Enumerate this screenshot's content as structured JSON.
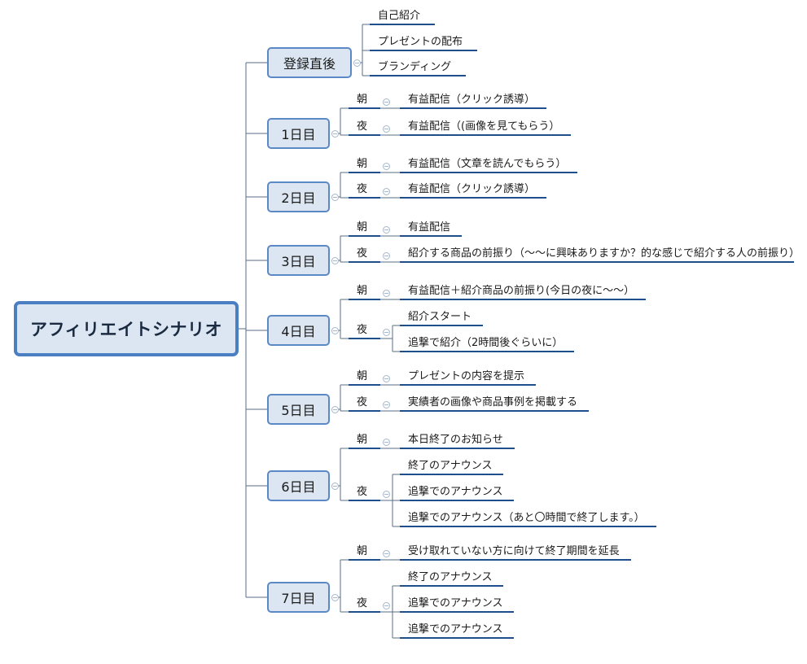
{
  "root": {
    "label": "アフィリエイトシナリオ"
  },
  "stages": [
    {
      "label": "登録直後",
      "groups": [
        {
          "slot": "",
          "items": [
            "自己紹介",
            "プレゼントの配布",
            "ブランディング"
          ]
        }
      ]
    },
    {
      "label": "1日目",
      "groups": [
        {
          "slot": "朝",
          "items": [
            "有益配信（クリック誘導）"
          ]
        },
        {
          "slot": "夜",
          "items": [
            "有益配信（(画像を見てもらう）"
          ]
        }
      ]
    },
    {
      "label": "2日目",
      "groups": [
        {
          "slot": "朝",
          "items": [
            "有益配信（文章を読んでもらう）"
          ]
        },
        {
          "slot": "夜",
          "items": [
            "有益配信（クリック誘導）"
          ]
        }
      ]
    },
    {
      "label": "3日目",
      "groups": [
        {
          "slot": "朝",
          "items": [
            "有益配信"
          ]
        },
        {
          "slot": "夜",
          "items": [
            "紹介する商品の前振り（～～に興味ありますか？的な感じで紹介する人の前振り）"
          ]
        }
      ]
    },
    {
      "label": "4日目",
      "groups": [
        {
          "slot": "朝",
          "items": [
            "有益配信＋紹介商品の前振り(今日の夜に～～）"
          ]
        },
        {
          "slot": "夜",
          "items": [
            "紹介スタート",
            "追撃で紹介（2時間後ぐらいに）"
          ]
        }
      ]
    },
    {
      "label": "5日目",
      "groups": [
        {
          "slot": "朝",
          "items": [
            "プレゼントの内容を提示"
          ]
        },
        {
          "slot": "夜",
          "items": [
            "実績者の画像や商品事例を掲載する"
          ]
        }
      ]
    },
    {
      "label": "6日目",
      "groups": [
        {
          "slot": "朝",
          "items": [
            "本日終了のお知らせ"
          ]
        },
        {
          "slot": "夜",
          "items": [
            "終了のアナウンス",
            "追撃でのアナウンス",
            "追撃でのアナウンス（あと〇時間で終了します。）"
          ]
        }
      ]
    },
    {
      "label": "7日目",
      "groups": [
        {
          "slot": "朝",
          "items": [
            "受け取れていない方に向けて終了期間を延長"
          ]
        },
        {
          "slot": "夜",
          "items": [
            "終了のアナウンス",
            "追撃でのアナウンス",
            "追撃でのアナウンス"
          ]
        }
      ]
    }
  ],
  "colors": {
    "line": "#1f4e8c",
    "connector": "#5a6e86",
    "node_fill": "#dce6f2",
    "node_border": "#5b89c5",
    "root_border": "#4a7fc1"
  }
}
